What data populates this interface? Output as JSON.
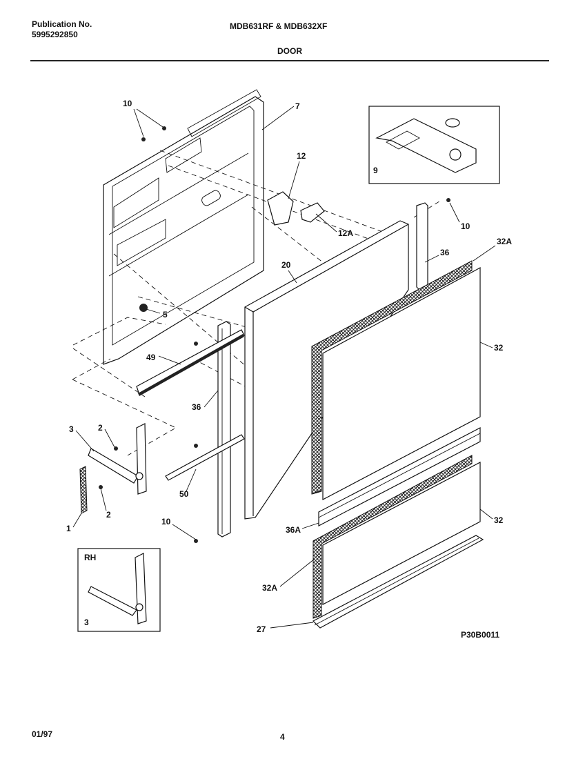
{
  "header": {
    "publication_label": "Publication No.",
    "publication_number": "5995292850",
    "models": "MDB631RF & MDB632XF",
    "section": "DOOR"
  },
  "callouts": {
    "c10_top": "10",
    "c7": "7",
    "c12": "12",
    "c12A": "12A",
    "c10_right": "10",
    "c9": "9",
    "c36_top": "36",
    "c32A_top": "32A",
    "c20": "20",
    "c5": "5",
    "c32_top": "32",
    "c49": "49",
    "c36_mid": "36",
    "c3": "3",
    "c2_upper": "2",
    "c2_lower": "2",
    "c50": "50",
    "c1": "1",
    "c10_bottom": "10",
    "c36A": "36A",
    "c32_bottom": "32",
    "c32A_bottom": "32A",
    "c27": "27",
    "inset_rh": "RH",
    "inset_3": "3"
  },
  "figure_code": "P30B0011",
  "footer": {
    "date": "01/97",
    "page": "4"
  }
}
